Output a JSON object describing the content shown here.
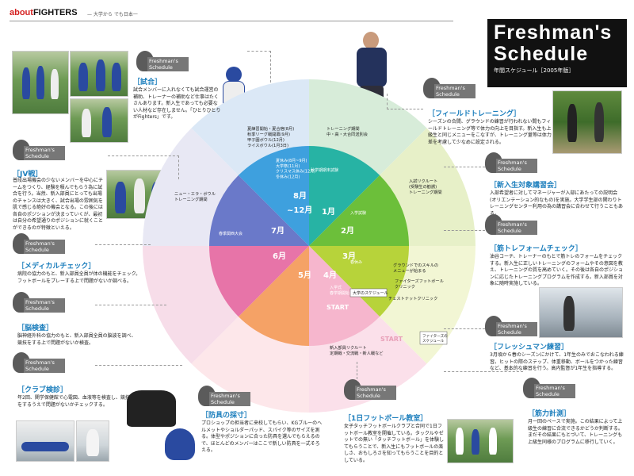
{
  "header": {
    "brand_a": "about",
    "brand_b": "FIGHTERS",
    "brand_sub": "— 大学から でも日本一"
  },
  "title": {
    "line1": "Freshman's",
    "line2": "Schedule",
    "sub": "年間スケジュール［2005年版］"
  },
  "badge_text": "Freshman's Schedule",
  "sections": {
    "game": {
      "title": "［試合］",
      "body": "試合メンバーに入れなくても試合運営の補助、トレーナーの補助など仕事はたくさんあります。新入生であっても必要ない人材など存在しません。「ひとりひとりがFighters」です。"
    },
    "field": {
      "title": "［フィールドトレーニング］",
      "body": "シーズンの合間、グラウンドの練習が行われない間もフィールドトレーニング等で体力の向上を目指す。新入生も上級生と同じメニューをこなすが、トレーニング量等は体力差を考慮して少なめに設定される。"
    },
    "jv": {
      "title": "［JV戦］",
      "body": "普段出場機会の少ないメンバーを中心にチームをつくり、経験を積んでもらう為に試合を行う。当然、新入部員にとっても出場のチャンスは大きく、試合出場の雰囲気を肌で感じる絶好の機会となる。この後には各自のポジションが決まっていくが、最初は自分の希望通りのポジションに就くことができるのが特徴といえる。"
    },
    "seminar": {
      "title": "［新入生対象講習会］",
      "body": "入部希望者に対してマネージャーが入部にあたっての説明会(オリエンテーション的なもの)を実施。大学学生部の関わりトレーニングセンター利用の為の講習会に合わせて行うこともある。"
    },
    "medical": {
      "title": "［メディカルチェック］",
      "body": "病院の協力のもと、新入部員全員が体の機能をチェック。フットボールをプレーする上で問題がないか調べる。"
    },
    "weight": {
      "title": "［筋トレフォームチェック］",
      "body": "油谷コーチ、トレーナーのもとで筋トレのフォームをチェックする。新入生に正しいトレーニングのフォームやその意図を教え、トレーニングの質を高めていく。その後は各自のポジションに応じたトレーニングプログラムを作成する。新入部員を対象に随時実施している。"
    },
    "brain": {
      "title": "［脳検査］",
      "body": "脳神経外科の協力のもと、新入部員全員の脳波を調べ、競技をする上で問題がないか検査。"
    },
    "freshman": {
      "title": "［フレッシュマン練習］",
      "body": "3月頃から春のシーズンにかけて、1年生のみでおこなわれる練習。ヒットの際のステップ、体重移動、ボールをつかった練習など、基本的な練習を行う。高内監督が1年生を指導する。"
    },
    "club": {
      "title": "［クラブ検診］",
      "body": "年2回、関学保健館で心電図、血液等を検査し、競技をするうえで問題がないかチェックする。"
    },
    "equip": {
      "title": "［防具の採寸］",
      "body": "プロショップの担当者に来校してもらい、KGブルーのヘルメットやショルダーパッド、スパイク等のサイズを測る。体型やポジションに合った防具を選んでもらえるので、ほとんどのメンバーはここで新しい防具を一式そろえる。"
    },
    "flag": {
      "title": "［1日フットボール教室］",
      "body": "女子タッチフットボールクラブと合同で1日フットボール教室を開催している。タックルやゼットでの無い「タッチフットボール」を体験してもらうことで、新入生にもフットボールの楽しさ、おもしろさを知ってもらうことを目的としている。"
    },
    "fitness": {
      "title": "［筋力計測］",
      "body": "月一回のペースで実施。この結果によって上級生の練習に合流できるかどうか判断する。まだその結果にもとづいて、トレーニングも上級生同様のプログラムに移行していく。"
    }
  },
  "wheel": {
    "months": [
      "1月",
      "2月",
      "3月",
      "4月",
      "5月",
      "6月",
      "7月",
      "8月",
      "~12月"
    ],
    "events": {
      "summer": "夏練習開始・夏合宿(8月)\n秋季リーグ戦開幕(9月)\n甲子園ボウル(12月)\nライスボウル(1月3日)",
      "summer_inner": "夏休み(8月~9月)\n大学祭(11月)\nクリスマス休み(12月)\n冬休み(12月)",
      "spring_game": "春季関西大会",
      "new_year": "ニュー・エラ・ボウル\nトレーニング期間",
      "training": "トレーニング期間\n中・高・大合同送別会",
      "exam": "秋学期期末試験",
      "recruit": "入試リクルート\n(受験生の勧誘)\nトレーニング期間",
      "entrance": "入学試験",
      "spring_break": "春休み",
      "ground": "グラウンドでのスキルの\nメニューが始まる",
      "fighters_clinic": "ファイターズフットボール\nクリニック",
      "chest": "チェストナットクリニック",
      "univ_sched": "大学のスケジュール",
      "start_inner": "START",
      "start_outer": "START",
      "first_ceremony": "入学式\n春学期開始",
      "new_recruit": "新入部員リクルート\n定期戦・交流戦・新人戦など",
      "fighters_sched": "ファイターズの\nスケジュール"
    }
  }
}
